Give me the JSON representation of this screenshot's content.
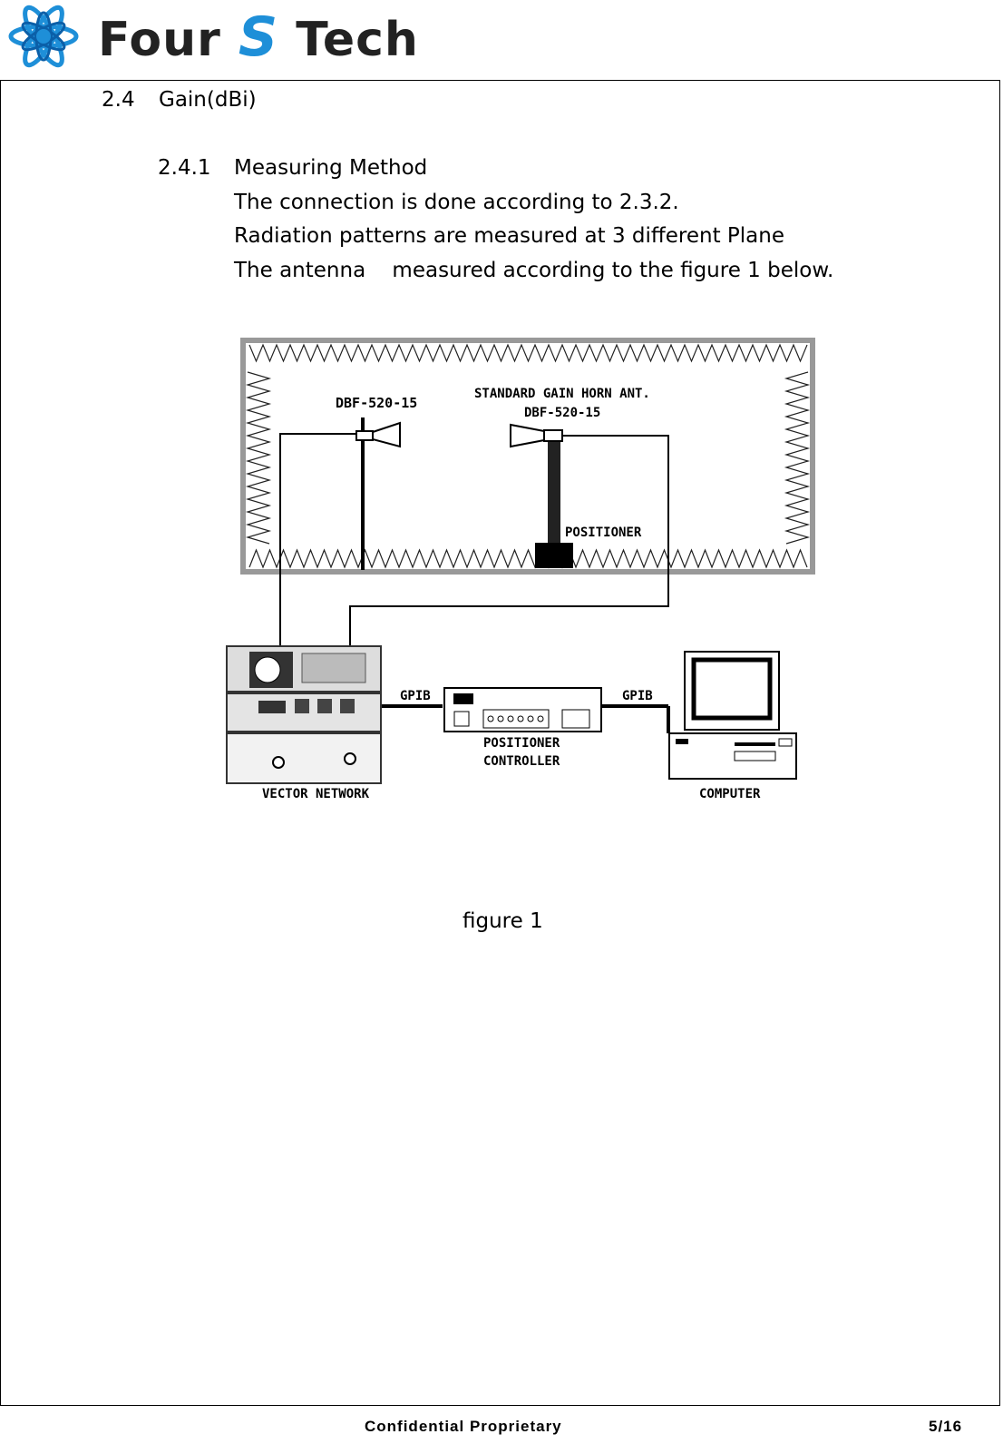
{
  "header": {
    "logo_word1": "Four",
    "logo_word2": "S",
    "logo_word3": "Tech",
    "brand_color": "#1e8fd8"
  },
  "section": {
    "number": "2.4",
    "title": "Gain(dBi)"
  },
  "subsection": {
    "number": "2.4.1",
    "title": "Measuring Method",
    "lines": [
      "The connection is done according to 2.3.2.",
      "Radiation patterns are measured at 3 different Plane",
      "The antenna    measured according to the figure 1 below."
    ]
  },
  "figure": {
    "labels": {
      "antenna_left": "DBF-520-15",
      "standard_horn": "STANDARD GAIN HORN ANT.",
      "antenna_right": "DBF-520-15",
      "positioner": "POSITIONER",
      "gpib_left": "GPIB",
      "gpib_right": "GPIB",
      "controller_line1": "POSITIONER",
      "controller_line2": "CONTROLLER",
      "vector_network": "VECTOR NETWORK",
      "computer": "COMPUTER"
    },
    "caption": "figure 1"
  },
  "footer": {
    "label": "Confidential Proprietary",
    "page": "5/16"
  }
}
